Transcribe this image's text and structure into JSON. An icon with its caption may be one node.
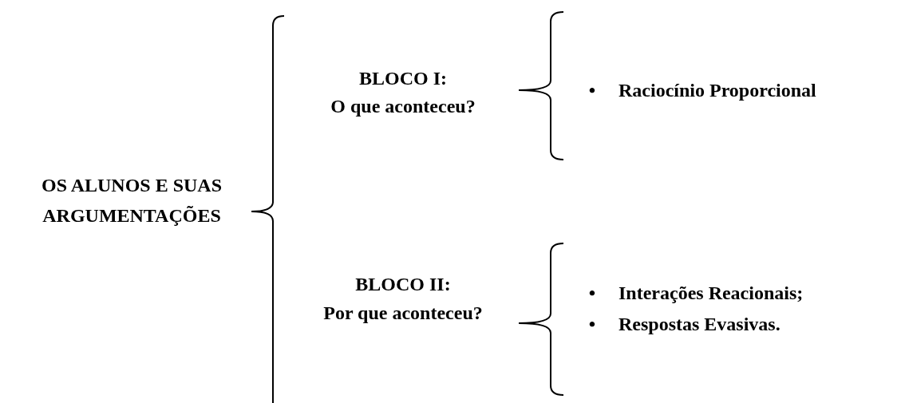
{
  "diagram": {
    "labels": [
      "OS ALUNOS E SUAS",
      "ARGUMENTAÇÕES",
      "BLOCO I:",
      "O que aconteceu?",
      "•",
      "Raciocínio Proporcional",
      "BLOCO II:",
      "Por que aconteceu?",
      "•",
      "Interações Reacionais;",
      "•",
      "Respostas Evasivas."
    ]
  }
}
